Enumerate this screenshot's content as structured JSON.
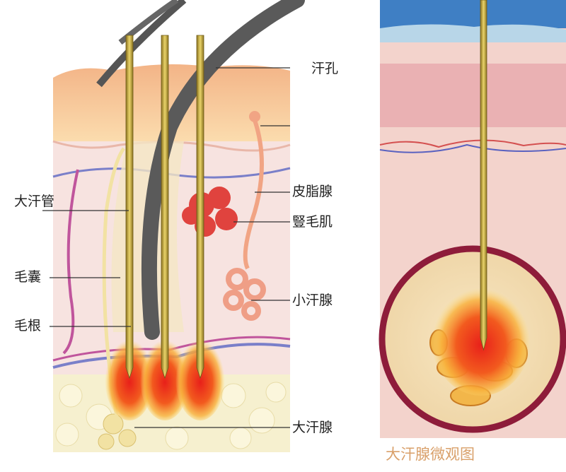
{
  "labels": {
    "sweat_pore": "汗孔",
    "sebaceous_gland": "皮脂腺",
    "arrector_pili": "豎毛肌",
    "eccrine_gland": "小汗腺",
    "apocrine_duct": "大汗管",
    "hair_follicle": "毛囊",
    "hair_root": "毛根",
    "apocrine_gland": "大汗腺"
  },
  "caption": "大汗腺微观图",
  "colors": {
    "epidermis": "#f6c89a",
    "dermis": "#f7e3e0",
    "fat": "#f6f0cf",
    "needle": "#c7a93a",
    "heat": "#f04a1e",
    "ring": "#8e1c3a",
    "caption": "#d9a06a"
  }
}
